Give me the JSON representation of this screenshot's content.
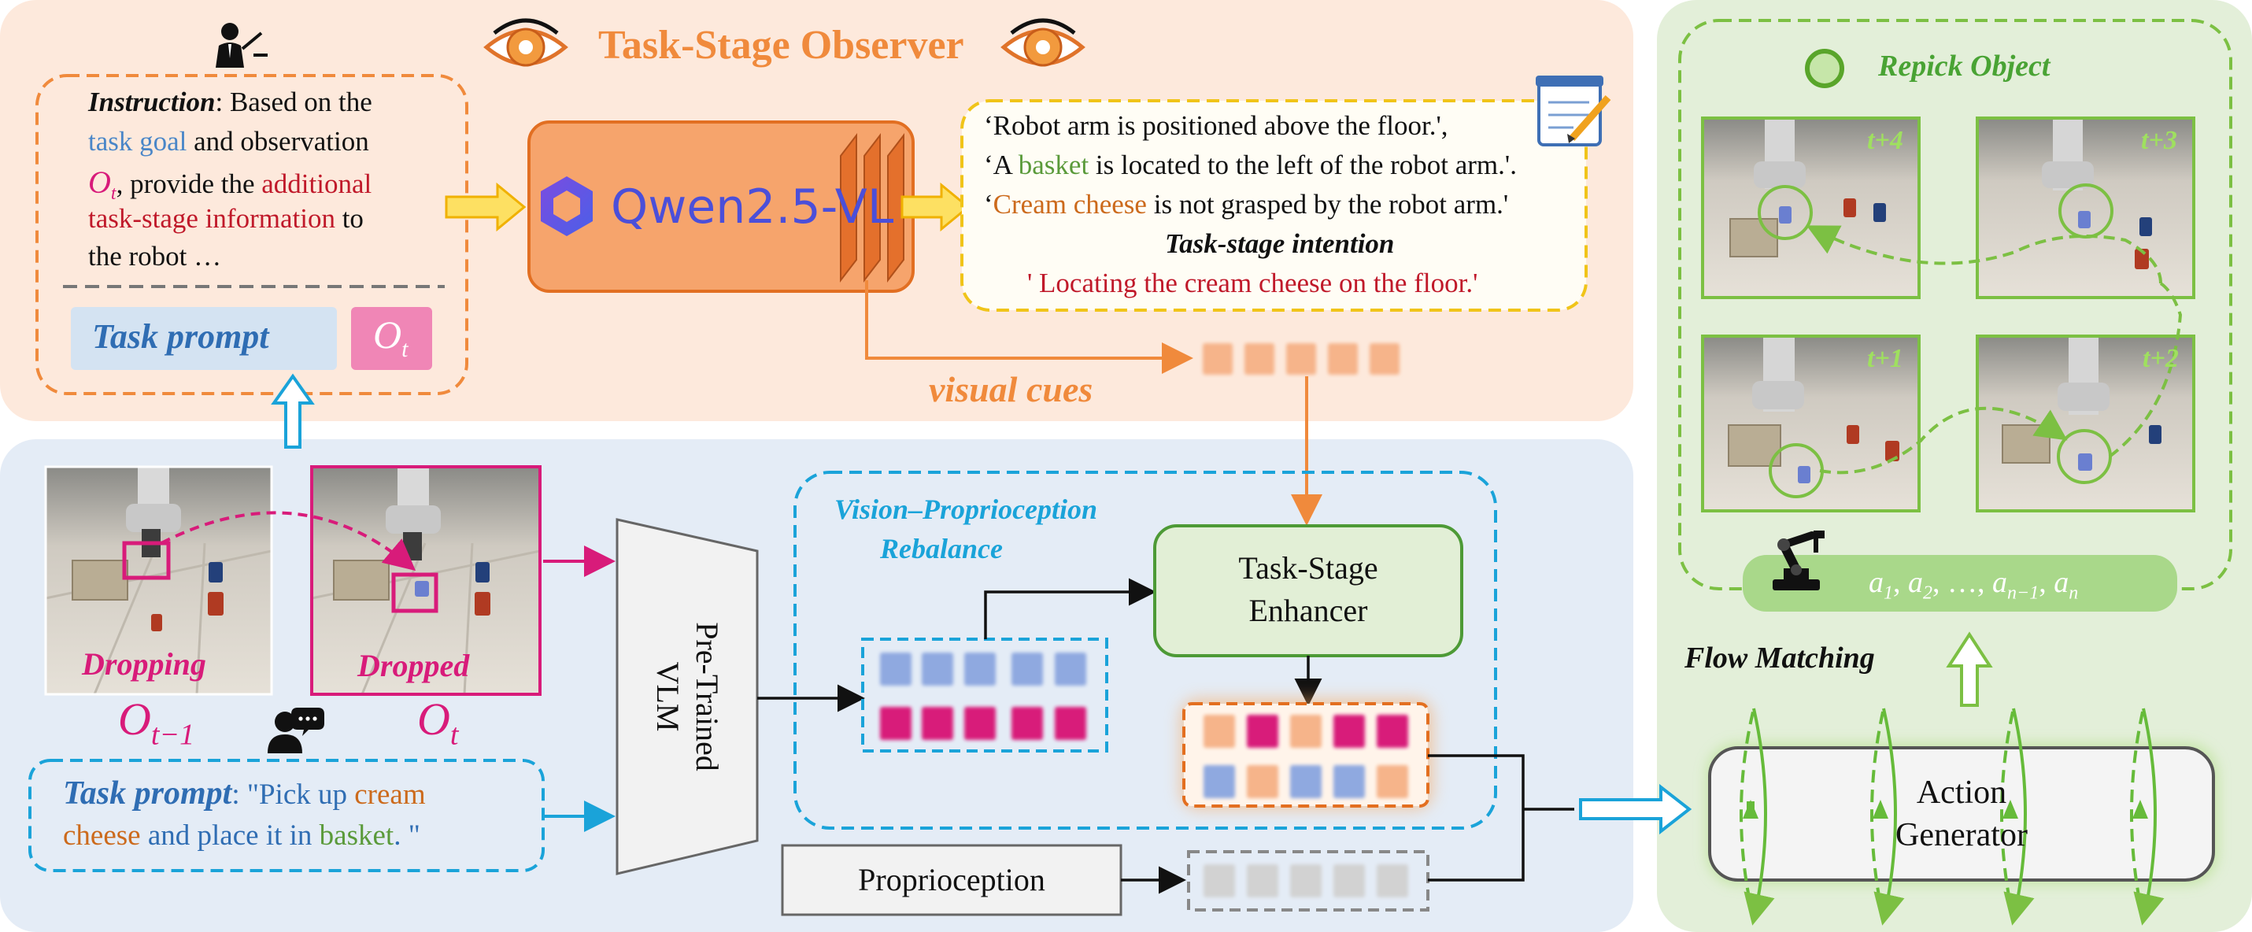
{
  "colors": {
    "orange": "#f08a3c",
    "pink": "#d81b7a",
    "blue_text": "#4a86c8",
    "cyan": "#1aa3d9",
    "green": "#66bb3a",
    "red_text": "#c0192a",
    "orange_text": "#cc6a1c",
    "green_text": "#5a9a3a",
    "observer_bg": "#fde9dc",
    "bottom_bg": "#e4ecf6",
    "right_bg": "#e3efd9"
  },
  "observer": {
    "title": "Task-Stage Observer",
    "instruction": {
      "label": "Instruction",
      "line1": ": Based on the",
      "line2_a": "task goal",
      "line2_b": " and observation",
      "line3_b": ", provide the ",
      "line3_c": "additional",
      "line4_a": "task-stage information",
      "line4_b": " to",
      "line5": "the robot …"
    },
    "task_prompt_label": "Task prompt",
    "obs_label": "O",
    "obs_sub": "t",
    "model_name": "Qwen2.5-VL",
    "output": {
      "line1": "‘Robot arm is positioned above the floor.',",
      "line2_a": "‘A ",
      "line2_b": "basket",
      "line2_c": " is located to the left of the robot arm.'.",
      "line3_a": "‘",
      "line3_b": "Cream cheese",
      "line3_c": " is not grasped by the robot arm.'",
      "intention_label": "Task-stage intention",
      "intention": "' Locating the cream cheese on the floor.'"
    },
    "visual_cues": "visual cues"
  },
  "observations": {
    "prev_caption": "Dropping",
    "curr_caption": "Dropped",
    "prev_label": "O",
    "prev_sub": "t−1",
    "curr_label": "O",
    "curr_sub": "t"
  },
  "task_prompt": {
    "label": "Task prompt",
    "q_open": ": \"Pick up ",
    "w_cream": "cream",
    "w_cheese": "cheese",
    "w_and": " and place it in ",
    "w_basket": "basket",
    "q_close": ". \""
  },
  "vlm": {
    "line1": "Pre-Trained",
    "line2": "VLM"
  },
  "rebalance": {
    "line1": "Vision–Proprioception",
    "line2": "Rebalance"
  },
  "enhancer": {
    "line1": "Task-Stage",
    "line2": "Enhancer"
  },
  "proprioception": "Proprioception",
  "flow_matching": "Flow Matching",
  "action_generator": {
    "line1": "Action",
    "line2": "Generator"
  },
  "actions": {
    "a1": "a",
    "s1": "1",
    "a2": "a",
    "s2": "2",
    "dots": "…",
    "a3": "a",
    "s3": "n−1",
    "a4": "a",
    "s4": "n",
    "sep": ", "
  },
  "repick": {
    "title": "Repick Object",
    "frames": [
      "t+4",
      "t+3",
      "t+1",
      "t+2"
    ]
  }
}
